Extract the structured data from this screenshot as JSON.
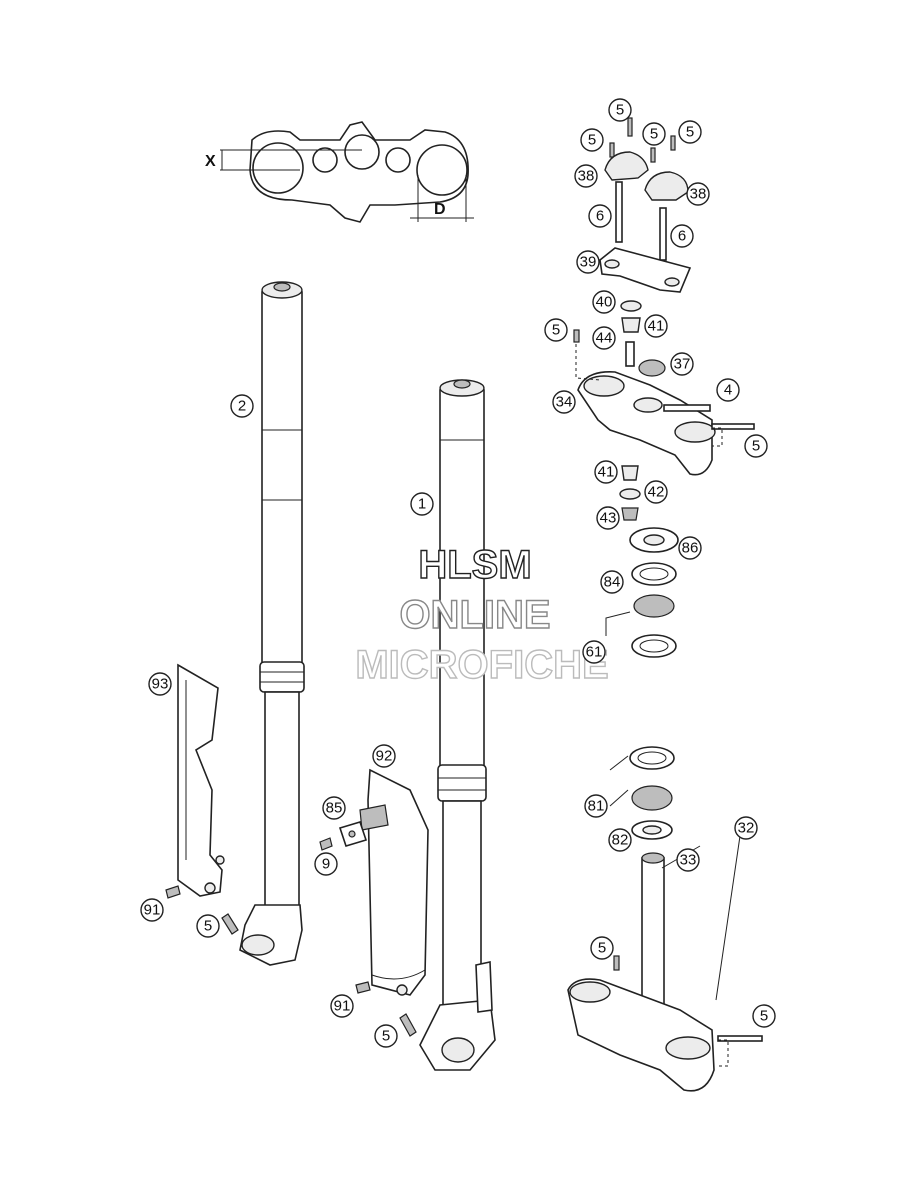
{
  "dimensions": {
    "x_label": "X",
    "d_label": "D"
  },
  "watermark": {
    "line1": "HLSM",
    "line2": "ONLINE",
    "line3": "MICROFICHE"
  },
  "callouts": {
    "c_1": "1",
    "c_2": "2",
    "c_4": "4",
    "c_5_top": "5",
    "c_5_tl": "5",
    "c_5_tm": "5",
    "c_5_tr": "5",
    "c_5_clamp": "5",
    "c_5_crown": "5",
    "c_5_guardl": "5",
    "c_5_guardr": "5",
    "c_5_lower_a": "5",
    "c_5_lower_b": "5",
    "c_6_a": "6",
    "c_6_b": "6",
    "c_9": "9",
    "c_32": "32",
    "c_33": "33",
    "c_34": "34",
    "c_37": "37",
    "c_38_a": "38",
    "c_38_b": "38",
    "c_39": "39",
    "c_40": "40",
    "c_41_a": "41",
    "c_41_b": "41",
    "c_42": "42",
    "c_43": "43",
    "c_44": "44",
    "c_61": "61",
    "c_81": "81",
    "c_82": "82",
    "c_84": "84",
    "c_85": "85",
    "c_86": "86",
    "c_91_a": "91",
    "c_91_b": "91",
    "c_92": "92",
    "c_93": "93"
  }
}
